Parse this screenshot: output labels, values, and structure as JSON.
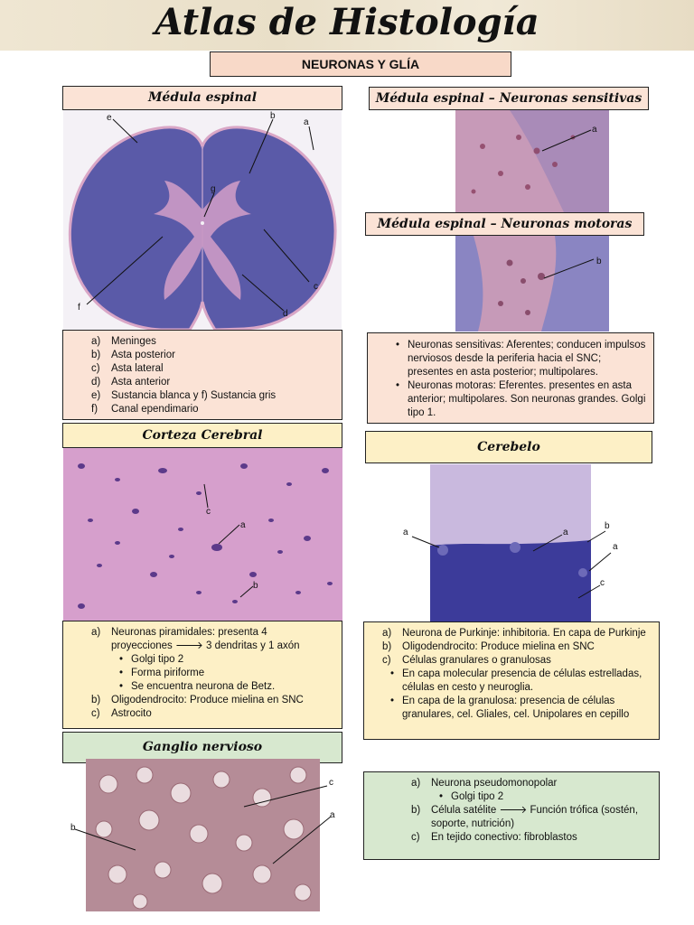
{
  "title": "Atlas de Histología",
  "subtitle": "NEURONAS Y GLÍA",
  "medula": {
    "heading": "Médula espinal",
    "letters": [
      "a",
      "b",
      "c",
      "d",
      "e",
      "f",
      "g"
    ],
    "legend": [
      {
        "k": "a)",
        "t": "Meninges"
      },
      {
        "k": "b)",
        "t": "Asta posterior"
      },
      {
        "k": "c)",
        "t": "Asta lateral"
      },
      {
        "k": "d)",
        "t": "Asta anterior"
      },
      {
        "k": "e)",
        "t": "Sustancia blanca y f) Sustancia gris"
      },
      {
        "k": "f)",
        "t": "Canal ependimario"
      }
    ]
  },
  "sensitivas": {
    "heading": "Médula espinal – Neuronas sensitivas",
    "letter": "a"
  },
  "motoras": {
    "heading": "Médula espinal – Neuronas motoras",
    "letter": "b"
  },
  "medula_notes": [
    "Neuronas sensitivas: Aferentes; conducen impulsos nerviosos desde la periferia hacia el SNC; presentes en asta posterior; multipolares.",
    "Neuronas motoras: Eferentes. presentes en asta anterior; multipolares. Son neuronas grandes. Golgi tipo 1."
  ],
  "corteza": {
    "heading": "Corteza Cerebral",
    "letters": [
      "a",
      "b",
      "c"
    ],
    "a_k": "a)",
    "a_line1": "Neuronas piramidales: presenta 4",
    "a_line2": "proyecciones",
    "a_arrow": "🡒",
    "a_line2b": "3 dendritas y 1 axón",
    "bullets": [
      "Golgi tipo 2",
      "Forma piriforme",
      "Se encuentra neurona de Betz."
    ],
    "b_k": "b)",
    "b": "Oligodendrocito: Produce mielina en SNC",
    "c_k": "c)",
    "c": "Astrocito"
  },
  "cerebelo": {
    "heading": "Cerebelo",
    "letters": [
      "a",
      "a",
      "a",
      "b",
      "c"
    ],
    "legend": [
      {
        "k": "a)",
        "t": "Neurona de Purkinje: inhibitoria. En capa de Purkinje"
      },
      {
        "k": "b)",
        "t": "Oligodendrocito:  Produce mielina en SNC"
      },
      {
        "k": "c)",
        "t": "Células granulares o granulosas"
      }
    ],
    "bullets": [
      "En capa molecular presencia de células estrelladas, células en cesto y neuroglia.",
      "En capa de la granulosa: presencia de células granulares, cel. Gliales, cel. Unipolares en cepillo"
    ]
  },
  "ganglio": {
    "heading": "Ganglio nervioso",
    "letters": [
      "a",
      "b",
      "c"
    ],
    "a_k": "a)",
    "a": "Neurona pseudomonopolar",
    "bullet": "Golgi tipo 2",
    "b_k": "b)",
    "b_pre": "Célula satélite",
    "b_arrow": "🡒",
    "b_post": "Función trófica (sostén, soporte, nutrición)",
    "c_k": "c)",
    "c": "En tejido conectivo: fibroblastos"
  },
  "colors": {
    "peach": "#fbe3d6",
    "cream": "#fdf0c6",
    "green": "#d7e8cf"
  }
}
